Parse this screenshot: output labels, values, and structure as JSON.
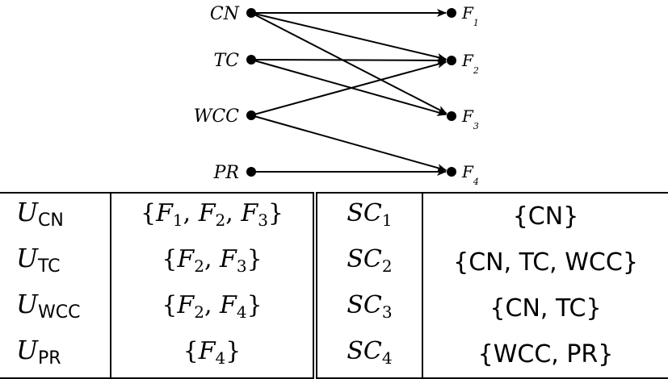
{
  "graph": {
    "sources": [
      {
        "id": "CN",
        "label": "CN"
      },
      {
        "id": "TC",
        "label": "TC"
      },
      {
        "id": "WCC",
        "label": "WCC"
      },
      {
        "id": "PR",
        "label": "PR"
      }
    ],
    "targets": [
      {
        "id": "F1",
        "label": "F",
        "sub": "1"
      },
      {
        "id": "F2",
        "label": "F",
        "sub": "2"
      },
      {
        "id": "F3",
        "label": "F",
        "sub": "3"
      },
      {
        "id": "F4",
        "label": "F",
        "sub": "4"
      }
    ],
    "edges": [
      [
        "CN",
        "F1"
      ],
      [
        "CN",
        "F2"
      ],
      [
        "CN",
        "F3"
      ],
      [
        "TC",
        "F2"
      ],
      [
        "TC",
        "F3"
      ],
      [
        "WCC",
        "F2"
      ],
      [
        "WCC",
        "F4"
      ],
      [
        "PR",
        "F4"
      ]
    ]
  },
  "table": {
    "rows": [
      {
        "u_sym": "U",
        "u_sub": "CN",
        "u_set": "{F1, F2, F3}",
        "sc_sym": "SC",
        "sc_sub": "1",
        "sc_set": "{CN}"
      },
      {
        "u_sym": "U",
        "u_sub": "TC",
        "u_set": "{F2, F3}",
        "sc_sym": "SC",
        "sc_sub": "2",
        "sc_set": "{CN, TC, WCC}"
      },
      {
        "u_sym": "U",
        "u_sub": "WCC",
        "u_set": "{F2, F4}",
        "sc_sym": "SC",
        "sc_sub": "3",
        "sc_set": "{CN, TC}"
      },
      {
        "u_sym": "U",
        "u_sub": "PR",
        "u_set": "{F4}",
        "sc_sym": "SC",
        "sc_sub": "4",
        "sc_set": "{WCC, PR}"
      }
    ]
  }
}
